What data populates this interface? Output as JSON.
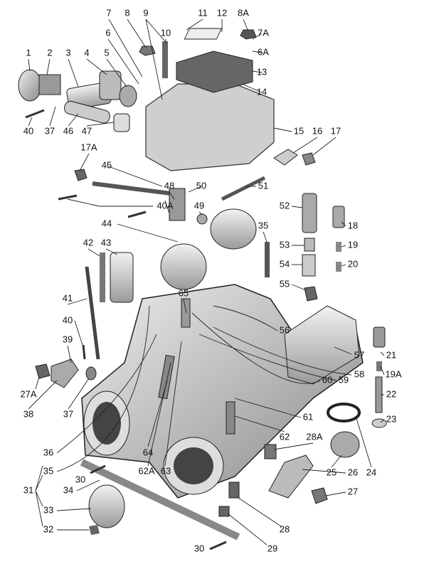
{
  "title": "Carburettor exploded view",
  "part_labels": {
    "p1": "1",
    "p2": "2",
    "p3": "3",
    "p4": "4",
    "p5": "5",
    "p6": "6",
    "p7": "7",
    "p8": "8",
    "p9": "9",
    "p10": "10",
    "p11": "11",
    "p12": "12",
    "p8A": "8A",
    "p7A": "7A",
    "p6A": "6A",
    "p13": "13",
    "p14": "14",
    "p15": "15",
    "p16": "16",
    "p17": "17",
    "p40a": "40",
    "p37a": "37",
    "p46": "46",
    "p47": "47",
    "p17A": "17A",
    "p45": "45",
    "p48": "48",
    "p50": "50",
    "p51": "51",
    "p40A": "40A",
    "p49": "49",
    "p52": "52",
    "p18": "18",
    "p44": "44",
    "p35a": "35",
    "p42": "42",
    "p43": "43",
    "p53": "53",
    "p19": "19",
    "p54": "54",
    "p20": "20",
    "p55": "55",
    "p65": "65",
    "p41": "41",
    "p56": "56",
    "p40b": "40",
    "p39": "39",
    "p57": "57",
    "p21": "21",
    "p58": "58",
    "p59": "59",
    "p19A": "19A",
    "p27A": "27A",
    "p38": "38",
    "p37b": "37",
    "p60": "60",
    "p22": "22",
    "p61": "61",
    "p62": "62",
    "p23": "23",
    "p28A": "28A",
    "p36": "36",
    "p35b": "35",
    "p64": "64",
    "p62A": "62A",
    "p63": "63",
    "p26": "26",
    "p25": "25",
    "p24": "24",
    "p31": "31",
    "p30a": "30",
    "p34": "34",
    "p33": "33",
    "p27": "27",
    "p28": "28",
    "p32": "32",
    "p29": "29",
    "p30b": "30"
  }
}
